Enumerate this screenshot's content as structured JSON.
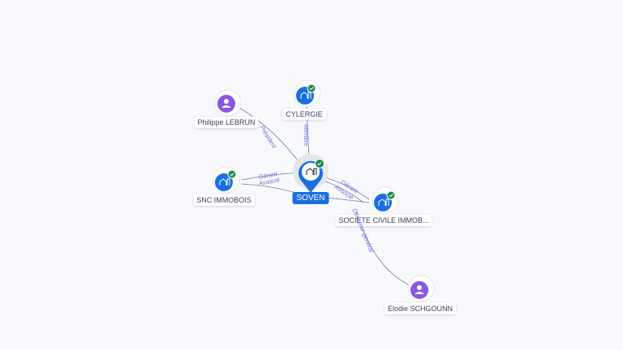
{
  "colors": {
    "company": "#1a6fe0",
    "person": "#8a56e8",
    "verified": "#1e8a4c",
    "edge": "#7a7f99",
    "edge_label": "#6a6fd8"
  },
  "center": {
    "name": "SOVEN",
    "icon": "building-icon"
  },
  "nodes": [
    {
      "name": "Philippe LEBRUN",
      "type": "person",
      "icon": "person-icon"
    },
    {
      "name": "CYLERGIE",
      "type": "company",
      "icon": "building-icon",
      "verified": true
    },
    {
      "name": "SNC IMMOBOIS",
      "type": "company",
      "icon": "building-icon",
      "verified": true
    },
    {
      "name": "SOCIETE CIVILE IMMOB...",
      "type": "company",
      "icon": "building-icon",
      "verified": true
    },
    {
      "name": "Elodie SCHGOUNN",
      "type": "person",
      "icon": "person-icon"
    }
  ],
  "edges": {
    "president": "Président",
    "membre": "Membre",
    "snc_gerant": "Gérant",
    "snc_associe": "Associé",
    "sci_gerant": "Gérant",
    "sci_associe": "Associé",
    "dg": "Directeur général"
  }
}
